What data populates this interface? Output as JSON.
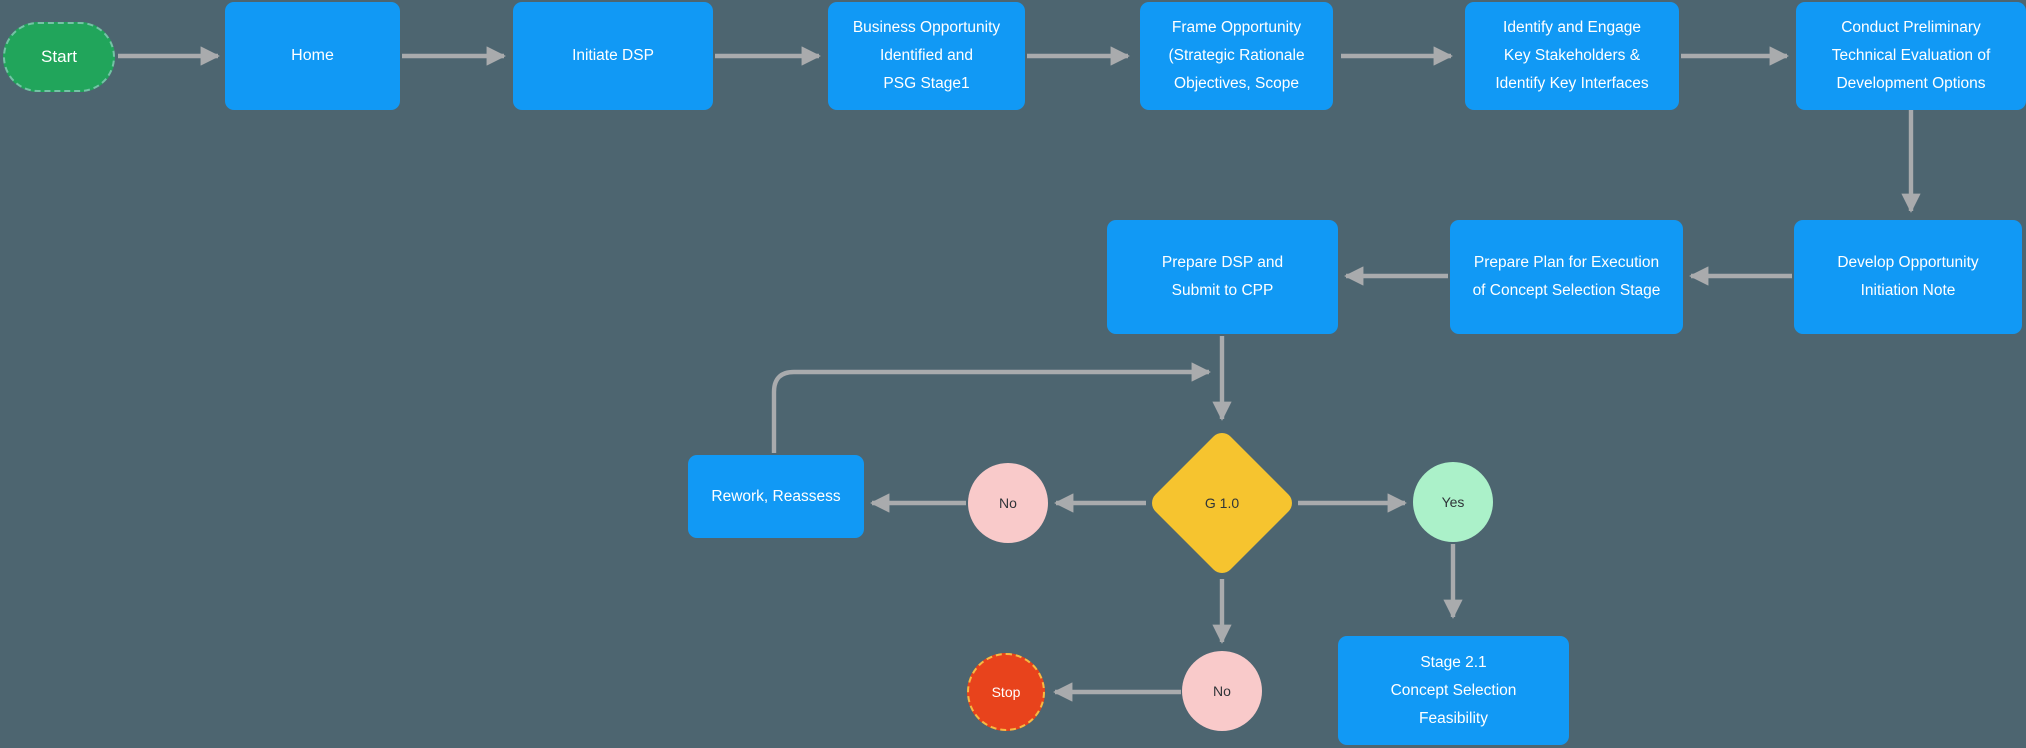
{
  "nodes": {
    "start": {
      "label": "Start"
    },
    "home": {
      "label": "Home"
    },
    "initiate": {
      "label": "Initiate DSP"
    },
    "business": {
      "label": "Business Opportunity\nIdentified and\nPSG Stage1"
    },
    "frame": {
      "label": "Frame Opportunity\n(Strategic Rationale\nObjectives, Scope"
    },
    "identify": {
      "label": "Identify and Engage\nKey Stakeholders &\nIdentify Key Interfaces"
    },
    "conduct": {
      "label": "Conduct Preliminary\nTechnical Evaluation of\nDevelopment Options"
    },
    "develop": {
      "label": "Develop Opportunity\nInitiation Note"
    },
    "preplan": {
      "label": "Prepare Plan for Execution\nof Concept Selection Stage"
    },
    "prepdsp": {
      "label": "Prepare DSP and\nSubmit to CPP"
    },
    "gate": {
      "label": "G 1.0"
    },
    "no_mid": {
      "label": "No"
    },
    "yes": {
      "label": "Yes"
    },
    "rework": {
      "label": "Rework, Reassess"
    },
    "no_bottom": {
      "label": "No"
    },
    "stop": {
      "label": "Stop"
    },
    "stage21": {
      "label": "Stage 2.1\nConcept Selection\nFeasibility"
    }
  },
  "colors": {
    "background": "#4d6570",
    "process_blue": "#1199f5",
    "start_green": "#21a55b",
    "gate_yellow": "#f6c42f",
    "no_pink": "#f9caca",
    "yes_mint": "#abf1c9",
    "stop_red": "#e8431c",
    "connector_gray": "#a9abad",
    "text_light": "#ffffff",
    "text_dark": "#303539"
  }
}
